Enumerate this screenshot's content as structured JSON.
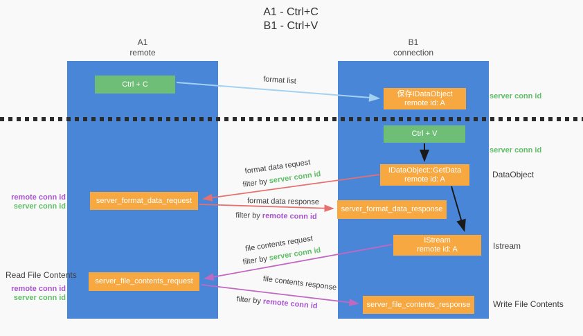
{
  "title": {
    "line1": "A1 - Ctrl+C",
    "line2": "B1 - Ctrl+V"
  },
  "columns": {
    "a1": {
      "name": "A1",
      "subtitle": "remote"
    },
    "b1": {
      "name": "B1",
      "subtitle": "connection"
    }
  },
  "nodes": {
    "ctrl_c": {
      "label": "Ctrl + C"
    },
    "save_idataobject": {
      "line1": "保存IDataObject",
      "line2": "remote id: A"
    },
    "ctrl_v": {
      "label": "Ctrl + V"
    },
    "getdata": {
      "line1": "IDataObject::GetData",
      "line2": "remote id: A"
    },
    "format_request": {
      "label": "server_format_data_request"
    },
    "format_response": {
      "label": "server_format_data_response"
    },
    "istream": {
      "line1": "IStream",
      "line2": "remote id: A"
    },
    "file_request": {
      "label": "server_file_contents_request"
    },
    "file_response": {
      "label": "server_file_contents_response"
    }
  },
  "side_right": {
    "server_conn_id_1": "server conn id",
    "server_conn_id_2": "server conn id",
    "dataobject": "DataObject",
    "istream": "Istream",
    "write_file_contents": "Write File Contents"
  },
  "side_left": {
    "remote_conn_id_1": "remote conn id",
    "server_conn_id_1": "server conn id",
    "read_file_contents": "Read File Contents",
    "remote_conn_id_2": "remote conn id",
    "server_conn_id_2": "server conn id"
  },
  "mid": {
    "format_list": "format list",
    "format_data_request": "format data request",
    "format_data_response": "format data response",
    "file_contents_request": "file contents request",
    "file_contents_response": "file contents response",
    "filter_by": "filter by ",
    "server_conn_id": "server conn id",
    "remote_conn_id": "remote conn id"
  },
  "colors": {
    "lifeline_blue": "#4a86d8",
    "node_green": "#6ebe78",
    "node_orange": "#f7a841",
    "arrow_light_blue": "#a3d2f0",
    "arrow_black": "#1a1a1a",
    "arrow_red": "#e57070",
    "arrow_orchid": "#c168c1",
    "label_green": "#5fbf66",
    "label_purple": "#a855cc",
    "background": "#f9f9f9"
  }
}
